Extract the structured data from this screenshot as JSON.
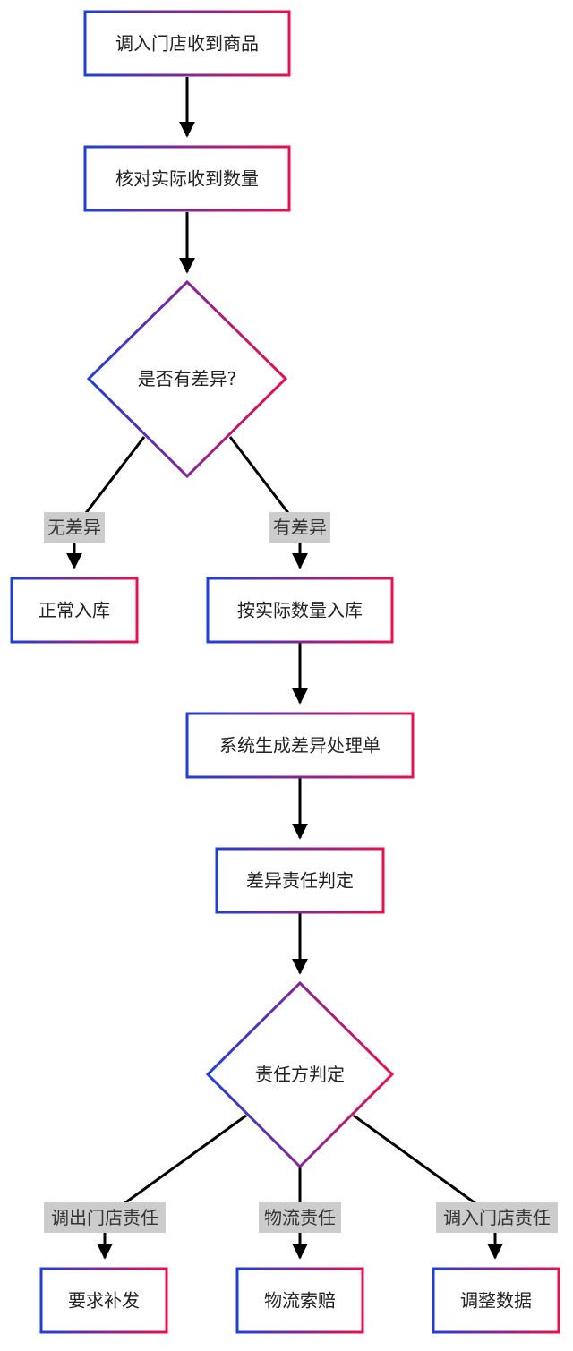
{
  "colors": {
    "stroke_start": "#1f3fd6",
    "stroke_end": "#e8104f",
    "edge": "#000000",
    "label_bg": "#cccccc"
  },
  "nodes": {
    "receive": "调入门店收到商品",
    "verify": "核对实际收到数量",
    "has_diff": "是否有差异?",
    "normal_in": "正常入库",
    "actual_in": "按实际数量入库",
    "gen_doc": "系统生成差异处理单",
    "judge": "差异责任判定",
    "party": "责任方判定",
    "reissue": "要求补发",
    "claim": "物流索赔",
    "adjust": "调整数据"
  },
  "edges": {
    "no_diff": "无差异",
    "yes_diff": "有差异",
    "out_store": "调出门店责任",
    "logistics": "物流责任",
    "in_store": "调入门店责任"
  }
}
